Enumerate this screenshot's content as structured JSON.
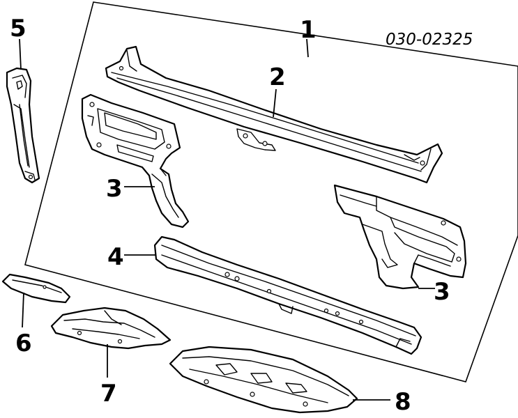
{
  "diagram": {
    "part_code": "030-02325",
    "callouts": [
      {
        "id": "c1",
        "label": "1"
      },
      {
        "id": "c2",
        "label": "2"
      },
      {
        "id": "c3a",
        "label": "3"
      },
      {
        "id": "c3b",
        "label": "3"
      },
      {
        "id": "c4",
        "label": "4"
      },
      {
        "id": "c5",
        "label": "5"
      },
      {
        "id": "c6",
        "label": "6"
      },
      {
        "id": "c7",
        "label": "7"
      },
      {
        "id": "c8",
        "label": "8"
      }
    ]
  }
}
